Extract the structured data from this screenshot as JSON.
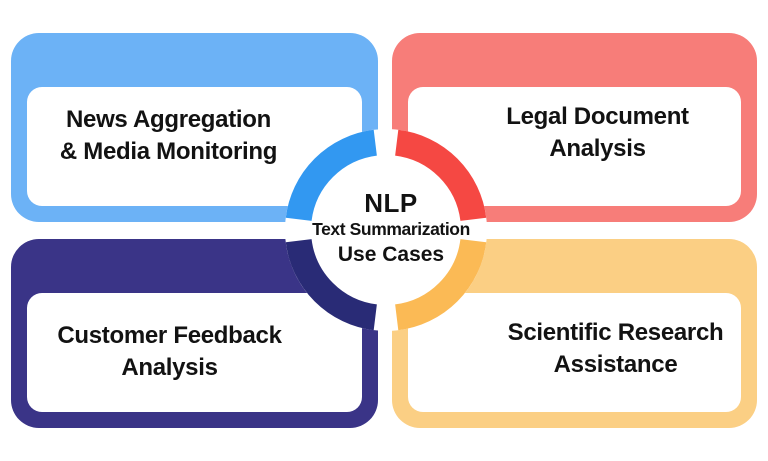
{
  "page": {
    "background_color": "#FFFFFF",
    "text_color": "#121212"
  },
  "center": {
    "title": "NLP",
    "subtitle": "Text Summarization",
    "subtitle2": "Use Cases"
  },
  "quadrants": [
    {
      "id": "top-left",
      "line1": "News Aggregation",
      "line2": "& Media Monitoring",
      "box_color": "#6CB2F6",
      "arc_color": "#3298F1"
    },
    {
      "id": "top-right",
      "line1": "Legal Document",
      "line2": "Analysis",
      "box_color": "#F77D79",
      "arc_color": "#F54843"
    },
    {
      "id": "bottom-left",
      "line1": "Customer Feedback",
      "line2": "Analysis",
      "box_color": "#3A3487",
      "arc_color": "#292B76"
    },
    {
      "id": "bottom-right",
      "line1": "Scientific Research",
      "line2": "Assistance",
      "box_color": "#FBCF84",
      "arc_color": "#FBBA55"
    }
  ]
}
